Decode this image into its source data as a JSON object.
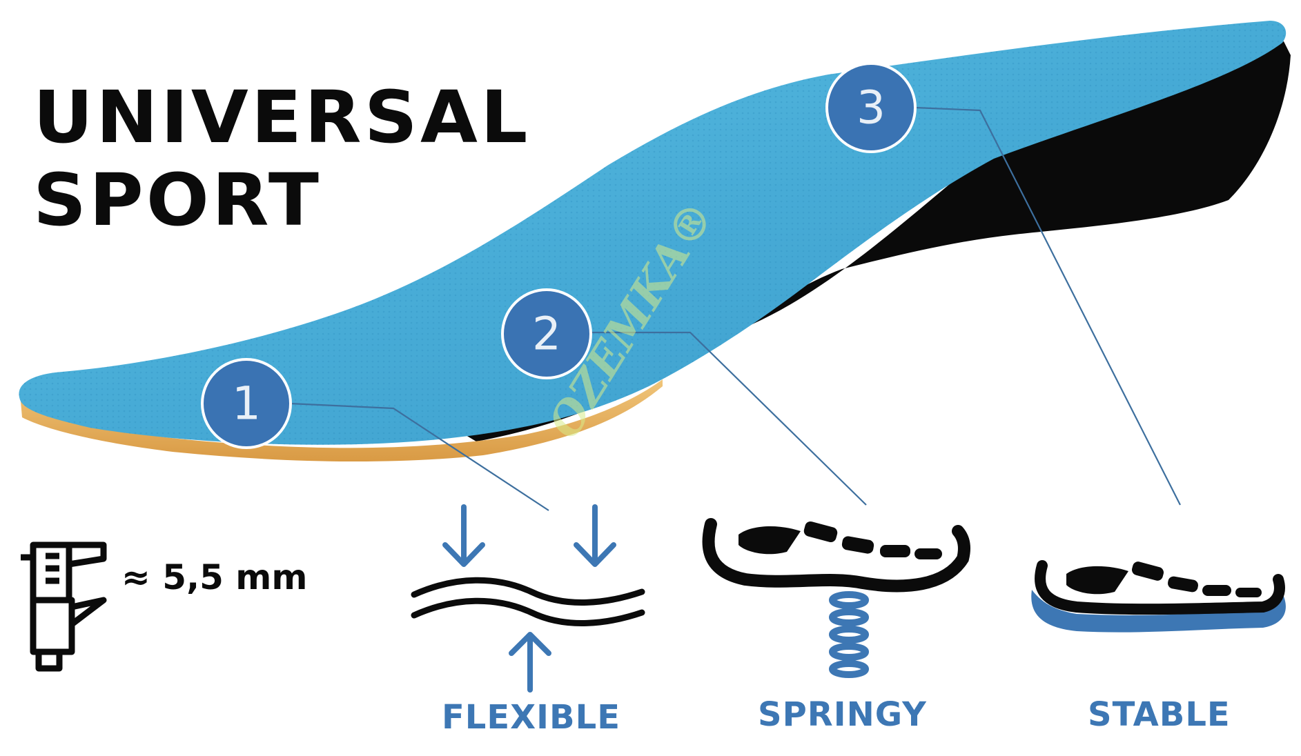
{
  "product": {
    "title_line1": "UNIVERSAL",
    "title_line2": "SPORT",
    "thickness": "≈ 5,5 mm",
    "watermark": "OZEMKA®"
  },
  "markers": [
    {
      "number": "1"
    },
    {
      "number": "2"
    },
    {
      "number": "3"
    }
  ],
  "features": [
    {
      "label": "FLEXIBLE",
      "icon": "flexible-layers-icon"
    },
    {
      "label": "SPRINGY",
      "icon": "springy-foot-icon"
    },
    {
      "label": "STABLE",
      "icon": "stable-foot-icon"
    }
  ],
  "colors": {
    "insole_top": "#4aaed6",
    "insole_bottom": "#0a0a0a",
    "foam": "#e8b15e",
    "marker": "#3a73b3",
    "accent_blue": "#3d77b4",
    "text_dark": "#0b0b0b"
  }
}
